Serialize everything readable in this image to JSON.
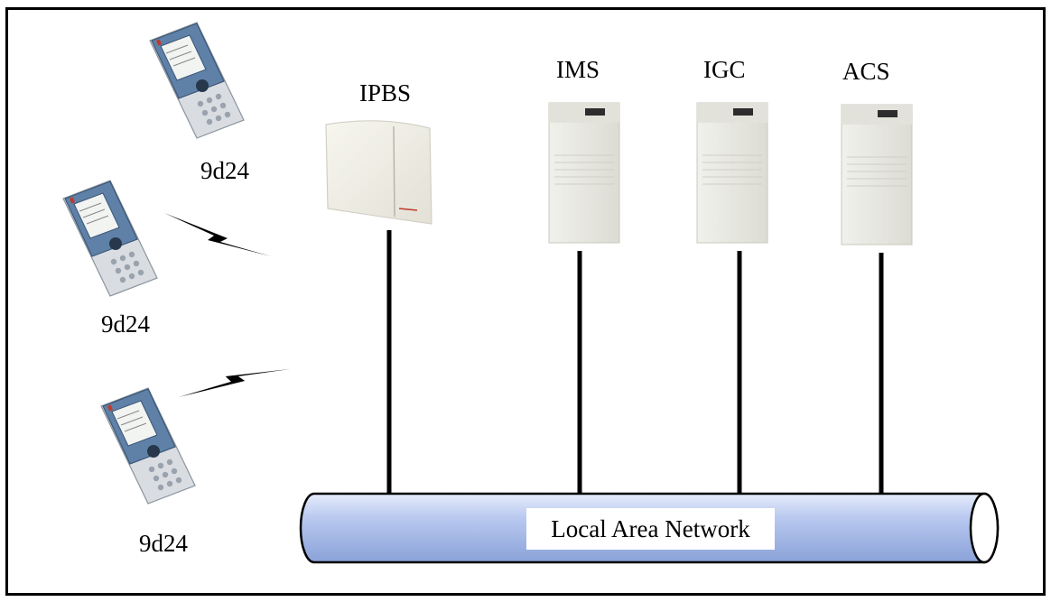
{
  "handsets": [
    {
      "label": "9d24"
    },
    {
      "label": "9d24"
    },
    {
      "label": "9d24"
    }
  ],
  "base_station": {
    "label": "IPBS"
  },
  "servers": [
    {
      "label": "IMS"
    },
    {
      "label": "IGC"
    },
    {
      "label": "ACS"
    }
  ],
  "network": {
    "label": "Local Area Network"
  },
  "colors": {
    "pipe_fill": "#b9c9f0",
    "pipe_outline": "#000000",
    "server_body": "#e9e9e3",
    "handset_body": "#6b8bb0",
    "handset_keypad": "#d8dce0"
  }
}
